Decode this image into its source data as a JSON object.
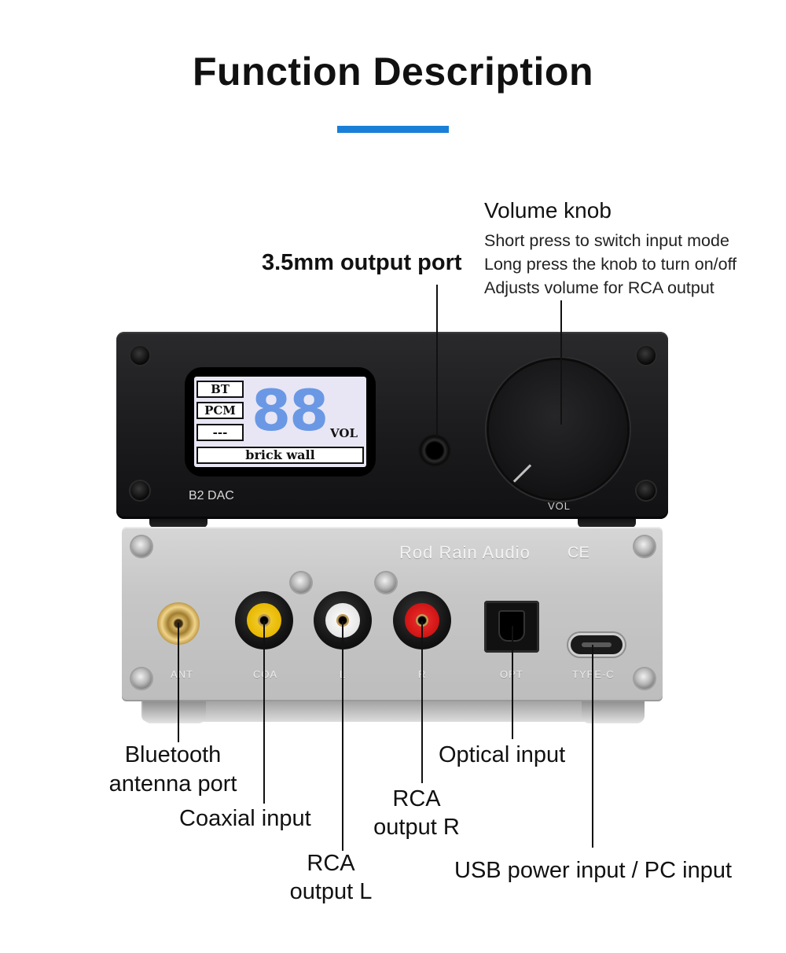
{
  "header": {
    "title": "Function Description",
    "accent_color": "#1a7fd6"
  },
  "device": {
    "screen": {
      "mode_labels": [
        "BT",
        "PCM",
        "---"
      ],
      "volume_value": "88",
      "volume_unit": "VOL",
      "filter_label": "brick wall",
      "value_color": "#6a98e4"
    },
    "model_label": "B2 DAC",
    "knob_label": "VOL",
    "brand": "Rod Rain Audio",
    "cert_mark": "CE",
    "rear_ports": [
      "ANT",
      "COA",
      "L",
      "R",
      "OPT",
      "TYPE-C"
    ],
    "rca_colors": {
      "coaxial": "#f2c70a",
      "left": "#efefef",
      "right": "#d81a1a"
    }
  },
  "callouts": {
    "volume_knob": {
      "title": "Volume knob",
      "lines": [
        "Short press to switch input mode",
        "Long press the knob to turn on/off",
        "Adjusts volume for RCA output"
      ]
    },
    "headphone": "3.5mm output port",
    "bluetooth": [
      "Bluetooth",
      "antenna port"
    ],
    "coaxial": "Coaxial input",
    "rca_left": [
      "RCA",
      "output L"
    ],
    "rca_right": [
      "RCA",
      "output R"
    ],
    "optical": "Optical input",
    "usb": "USB power input / PC input"
  }
}
